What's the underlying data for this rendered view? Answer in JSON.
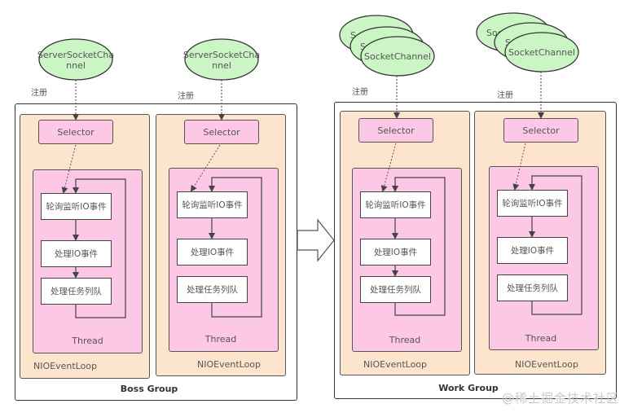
{
  "colors": {
    "channel_fill": "#ccf5c6",
    "loop_fill": "#fde5cd",
    "thread_fill": "#fdc7e6",
    "step_fill": "#ffffff",
    "line": "#444444"
  },
  "register_label": "注册",
  "transition_arrow_icon": "right-hollow-arrow",
  "boss_group": {
    "label": "Boss  Group",
    "loops": [
      {
        "channel": "ServerSocketChannel",
        "channel_line1": "ServerSocketCha",
        "channel_line2": "nnel",
        "register": "注册",
        "selector": "Selector",
        "steps": [
          "轮询监听IO事件",
          "处理IO事件",
          "处理任务列队"
        ],
        "thread": "Thread",
        "name": "NIOEventLoop"
      },
      {
        "channel": "ServerSocketChannel",
        "channel_line1": "ServerSocketCha",
        "channel_line2": "nnel",
        "register": "注册",
        "selector": "Selector",
        "steps": [
          "轮询监听IO事件",
          "处理IO事件",
          "处理任务列队"
        ],
        "thread": "Thread",
        "name": "NIOEventLoop"
      }
    ]
  },
  "work_group": {
    "label": "Work Group",
    "loops": [
      {
        "channel": "SocketChannel",
        "channel_back_partial": [
          "S",
          "S"
        ],
        "register": "注册",
        "selector": "Selector",
        "steps": [
          "轮询监听IO事件",
          "处理IO事件",
          "处理任务列队"
        ],
        "thread": "Thread",
        "name": "NIOEventLoop"
      },
      {
        "channel": "SocketChannel",
        "channel_back_partial": [
          "Soc",
          "S"
        ],
        "register": "注册",
        "selector": "Selector",
        "steps": [
          "轮询监听IO事件",
          "处理IO事件",
          "处理任务列队"
        ],
        "thread": "Thread",
        "name": "NIOEventLoop"
      }
    ]
  },
  "watermark": "@稀土掘金技术社区"
}
